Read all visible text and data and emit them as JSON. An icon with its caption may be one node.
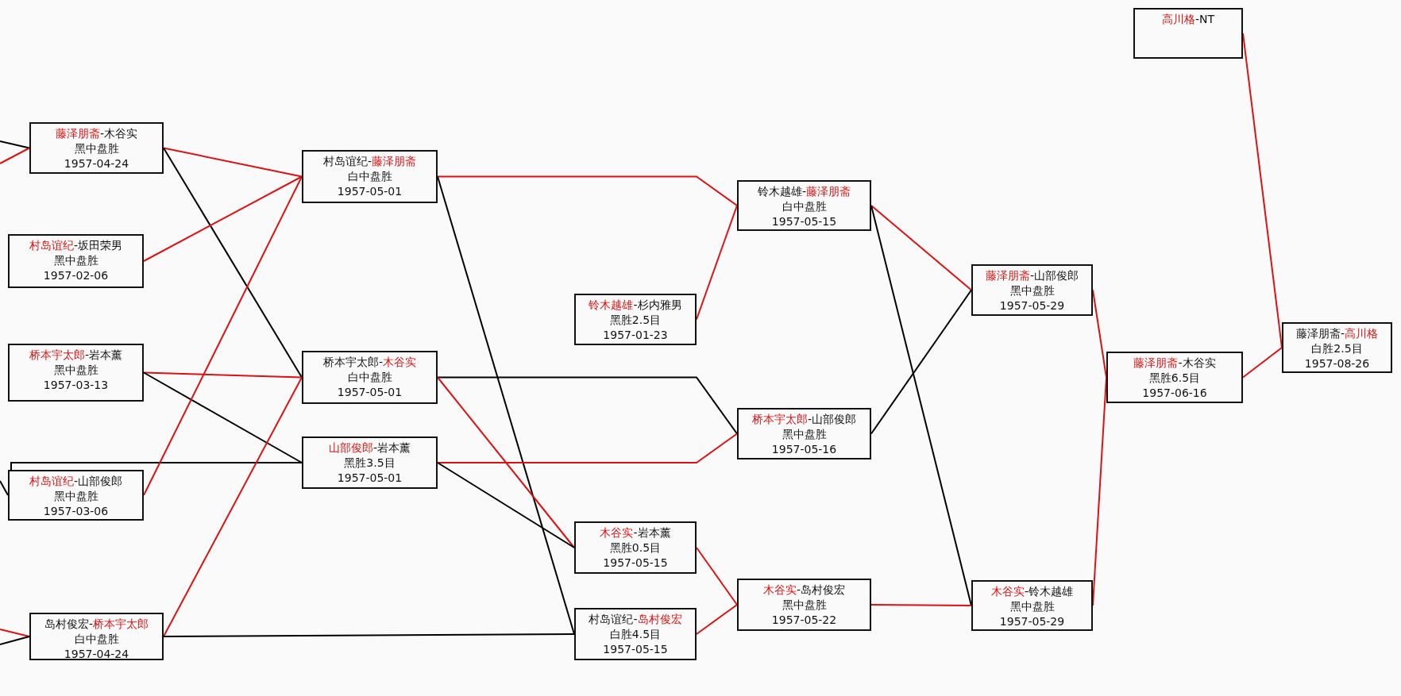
{
  "diagram": {
    "nodes": [
      {
        "text": [
          "藤泽朋斋-木谷实",
          "黑中盘胜",
          "1957-04-24"
        ]
      },
      {
        "text": [
          "村岛谊纪-坂田荣男",
          "黑中盘胜",
          "1957-02-06"
        ]
      },
      {
        "text": [
          "桥本宇太郎-岩本薰",
          "黑中盘胜",
          "1957-03-13"
        ]
      },
      {
        "text": [
          "村岛谊纪-山部俊郎",
          "黑中盘胜",
          "1957-03-06"
        ]
      },
      {
        "text": [
          "岛村俊宏-桥本宇太郎",
          "白中盘胜",
          "1957-04-24"
        ]
      },
      {
        "text": [
          "村岛谊纪-藤泽朋斋",
          "白中盘胜",
          "1957-05-01"
        ]
      },
      {
        "text": [
          "桥本宇太郎-木谷实",
          "白中盘胜",
          "1957-05-01"
        ]
      },
      {
        "text": [
          "山部俊郎-岩本薰",
          "黑胜3.5目",
          "1957-05-01"
        ]
      },
      {
        "text": [
          "铃木越雄-杉内雅男",
          "黑胜2.5目",
          "1957-01-23"
        ]
      },
      {
        "text": [
          "木谷实-岩本薰",
          "黑胜0.5目",
          "1957-05-15"
        ]
      },
      {
        "text": [
          "村岛谊纪-岛村俊宏",
          "白胜4.5目",
          "1957-05-15"
        ]
      },
      {
        "text": [
          "铃木越雄-藤泽朋斋",
          "白中盘胜",
          "1957-05-15"
        ]
      },
      {
        "text": [
          "桥本宇太郎-山部俊郎",
          "黑中盘胜",
          "1957-05-16"
        ]
      },
      {
        "text": [
          "木谷实-岛村俊宏",
          "黑中盘胜",
          "1957-05-22"
        ]
      },
      {
        "text": [
          "藤泽朋斋-山部俊郎",
          "黑中盘胜",
          "1957-05-29"
        ]
      },
      {
        "text": [
          "木谷实-铃木越雄",
          "黑中盘胜",
          "1957-05-29"
        ]
      },
      {
        "text": [
          "藤泽朋斋-木谷实",
          "黑胜6.5目",
          "1957-06-16"
        ]
      },
      {
        "text": [
          "高川格-NT"
        ]
      },
      {
        "text": [
          "藤泽朋斋-高川格",
          "白胜2.5目",
          "1957-08-26"
        ]
      }
    ],
    "edges": [
      {
        "from": null,
        "to": 0,
        "arrow": "none",
        "color": "#000000"
      },
      {
        "from": null,
        "to": 0,
        "arrow": "none"
      },
      {
        "from": 0,
        "to": 5,
        "arrow": "none"
      },
      {
        "from": 0,
        "to": 6,
        "arrow": "none",
        "color": "#000000"
      },
      {
        "from": 1,
        "to": 5,
        "arrow": "none"
      },
      {
        "from": 2,
        "to": 6,
        "arrow": "none"
      },
      {
        "from": 2,
        "to": 7,
        "arrow": "none",
        "color": "#000000"
      },
      {
        "from": 3,
        "to": 7,
        "arrow": "none",
        "color": "#000000"
      },
      {
        "from": null,
        "to": 3,
        "arrow": "none",
        "color": "#000000"
      },
      {
        "from": 3,
        "to": 5,
        "arrow": "none"
      },
      {
        "from": null,
        "to": 4,
        "arrow": "none"
      },
      {
        "from": null,
        "to": 4,
        "arrow": "none",
        "color": "#000000"
      },
      {
        "from": 4,
        "to": 6,
        "arrow": "none"
      },
      {
        "from": 4,
        "to": 10,
        "arrow": "none",
        "color": "#000000"
      },
      {
        "from": 5,
        "to": 11,
        "arrow": "none"
      },
      {
        "from": 5,
        "to": 10,
        "arrow": "none",
        "color": "#000000"
      },
      {
        "from": 6,
        "to": 12,
        "arrow": "none",
        "color": "#000000"
      },
      {
        "from": 6,
        "to": 9,
        "arrow": "none"
      },
      {
        "from": 7,
        "to": 12,
        "arrow": "none"
      },
      {
        "from": 7,
        "to": 9,
        "arrow": "none",
        "color": "#000000"
      },
      {
        "from": 8,
        "to": 11,
        "arrow": "none"
      },
      {
        "from": 9,
        "to": 13,
        "arrow": "none"
      },
      {
        "from": 10,
        "to": 13,
        "arrow": "none"
      },
      {
        "from": 11,
        "to": 14,
        "arrow": "none"
      },
      {
        "from": 11,
        "to": 15,
        "arrow": "none",
        "color": "#000000"
      },
      {
        "from": 12,
        "to": 14,
        "arrow": "none",
        "color": "#000000"
      },
      {
        "from": 13,
        "to": 15,
        "arrow": "none"
      },
      {
        "from": 14,
        "to": 16,
        "arrow": "none"
      },
      {
        "from": 15,
        "to": 16,
        "arrow": "none"
      },
      {
        "from": 16,
        "to": 18,
        "arrow": "none"
      },
      {
        "from": 17,
        "to": 18,
        "arrow": "none"
      }
    ]
  }
}
